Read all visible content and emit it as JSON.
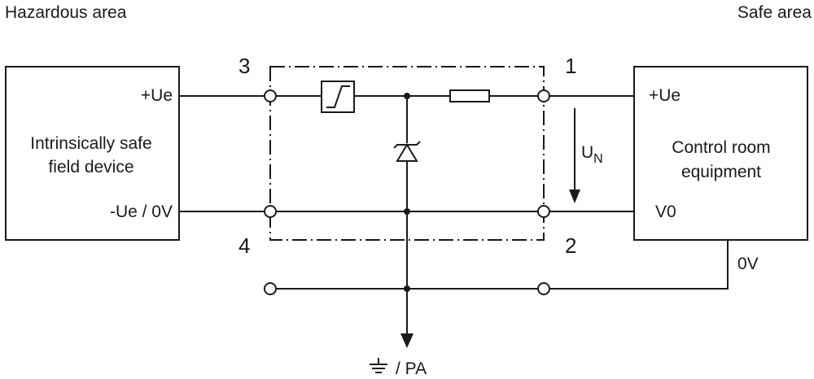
{
  "header": {
    "left_zone": "Hazardous area",
    "right_zone": "Safe area"
  },
  "field_device": {
    "label_line1": "Intrinsically safe",
    "label_line2": "field device",
    "pos_terminal": "+Ue",
    "neg_terminal": "-Ue / 0V"
  },
  "control_equipment": {
    "label_line1": "Control room",
    "label_line2": "equipment",
    "pos_terminal": "+Ue",
    "neg_terminal": "V0",
    "ground_label": "0V"
  },
  "terminals": {
    "t3": "3",
    "t4": "4",
    "t1": "1",
    "t2": "2"
  },
  "voltage": {
    "symbol": "U",
    "subscript": "N"
  },
  "ground": {
    "label": "/ PA"
  }
}
